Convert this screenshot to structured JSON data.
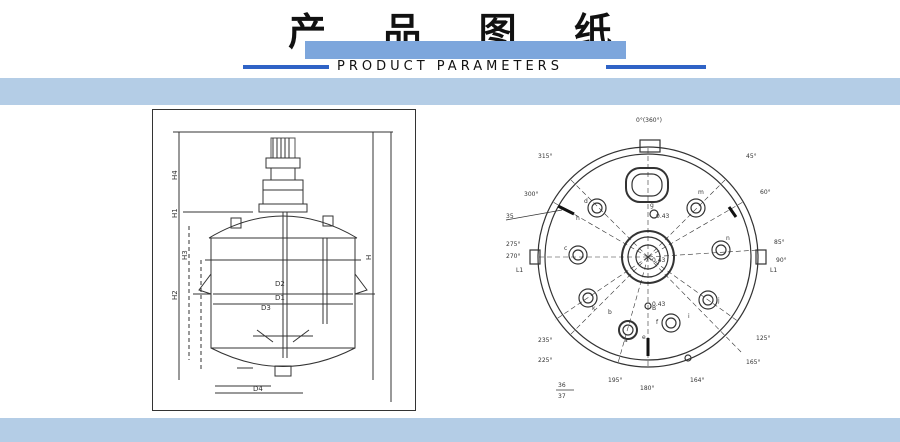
{
  "header": {
    "title": "产 品 图 纸",
    "subtitle": "PRODUCT PARAMETERS"
  },
  "front_view": {
    "dims": [
      "H4",
      "H1",
      "H3",
      "H2",
      "H",
      "D2",
      "D1",
      "D3",
      "D4"
    ]
  },
  "top_view": {
    "angle_labels": [
      "0°(360°)",
      "45°",
      "60°",
      "85°",
      "90°",
      "125°",
      "165°",
      "164°",
      "180°",
      "195°",
      "225°",
      "235°",
      "270°",
      "275°",
      "300°",
      "315°"
    ],
    "port_labels": [
      "a",
      "b",
      "c",
      "d",
      "e",
      "f",
      "g",
      "h",
      "i",
      "j",
      "k",
      "m",
      "n",
      "B"
    ],
    "side_labels": [
      "L1",
      "L1",
      "35",
      "36",
      "37",
      "0.43",
      "0.43",
      "0.43"
    ]
  }
}
